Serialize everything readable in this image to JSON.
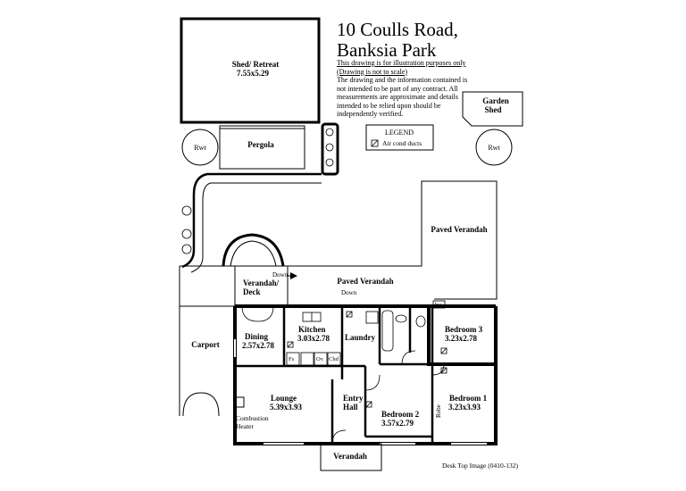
{
  "title": {
    "line1": "10 Coulls Road,",
    "line2": "Banksia Park"
  },
  "disclaimer": {
    "line1": "This drawing is for illustration purposes only",
    "line2": "(Drawing is not to scale)",
    "body": "The drawing and the information contained is not intended to be part of any contract.  All measurements are approximate and details intended to be relied upon should be independently verified."
  },
  "legend": {
    "heading": "LEGEND",
    "item": "Air cond ducts"
  },
  "labels": {
    "shed": "Shed/ Retreat",
    "shed_dim": "7.55x5.29",
    "pergola": "Pergola",
    "rwt1": "Rwt",
    "rwt2": "Rwt",
    "garden_shed_1": "Garden",
    "garden_shed_2": "Shed",
    "paved_verandah_top": "Paved Verandah",
    "paved_verandah": "Paved Verandah",
    "down1": "Down",
    "down2": "Down",
    "verandah_deck_1": "Verandah/",
    "verandah_deck_2": "Deck",
    "dining": "Dining",
    "dining_dim": "2.57x2.78",
    "kitchen": "Kitchen",
    "kitchen_dim": "3.03x2.78",
    "laundry": "Laundry",
    "bedroom3": "Bedroom 3",
    "bedroom3_dim": "3.23x2.78",
    "carport": "Carport",
    "lounge": "Lounge",
    "lounge_dim": "5.39x3.93",
    "entry_1": "Entry",
    "entry_2": "Hall",
    "bedroom2": "Bedroom 2",
    "bedroom2_dim": "3.57x2.79",
    "bedroom1": "Bedroom 1",
    "bedroom1_dim": "3.23x3.93",
    "robe": "Robe",
    "combustion_1": "Combustion",
    "combustion_2": "Heater",
    "verandah_front": "Verandah",
    "fs": "Fs",
    "ov": "Ov",
    "chd": "Chd",
    "hw": "hw"
  },
  "footer": "Desk Top Image  (0410-132)"
}
